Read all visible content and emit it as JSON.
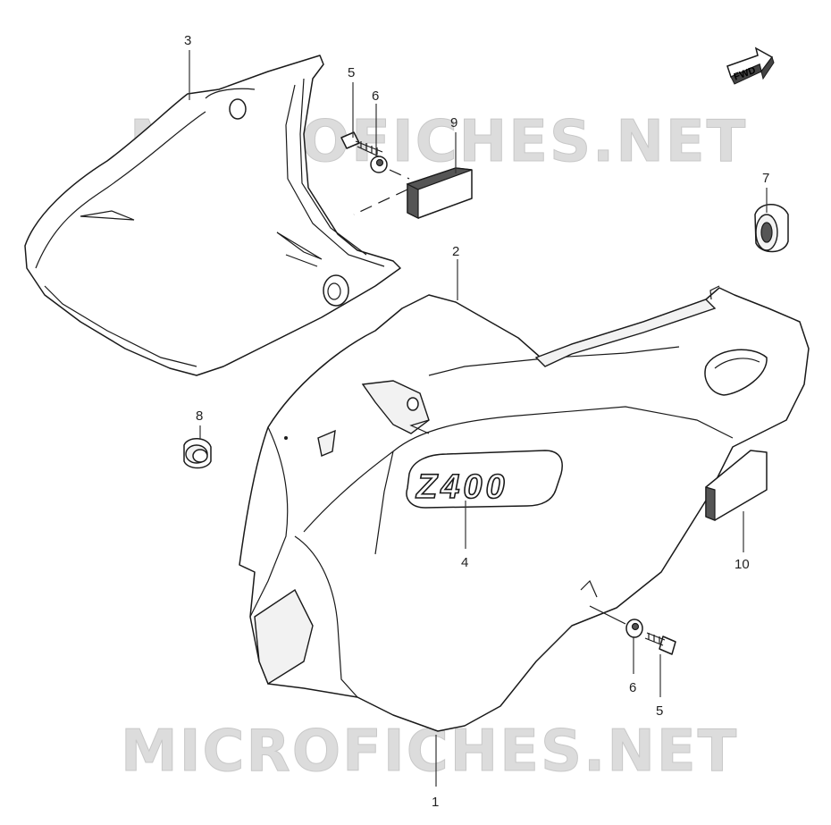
{
  "watermark": {
    "text": "MICROFICHES.NET"
  },
  "direction_marker": {
    "label": "FWD"
  },
  "emblem": {
    "text": "Z400"
  },
  "callouts": {
    "c1": "1",
    "c2": "2",
    "c3": "3",
    "c4": "4",
    "c5a": "5",
    "c5b": "5",
    "c6a": "6",
    "c6b": "6",
    "c7": "7",
    "c8": "8",
    "c9": "9",
    "c10": "10"
  },
  "colors": {
    "line": "#1a1a1a",
    "watermark": "#dcdcdc",
    "background": "#ffffff"
  }
}
